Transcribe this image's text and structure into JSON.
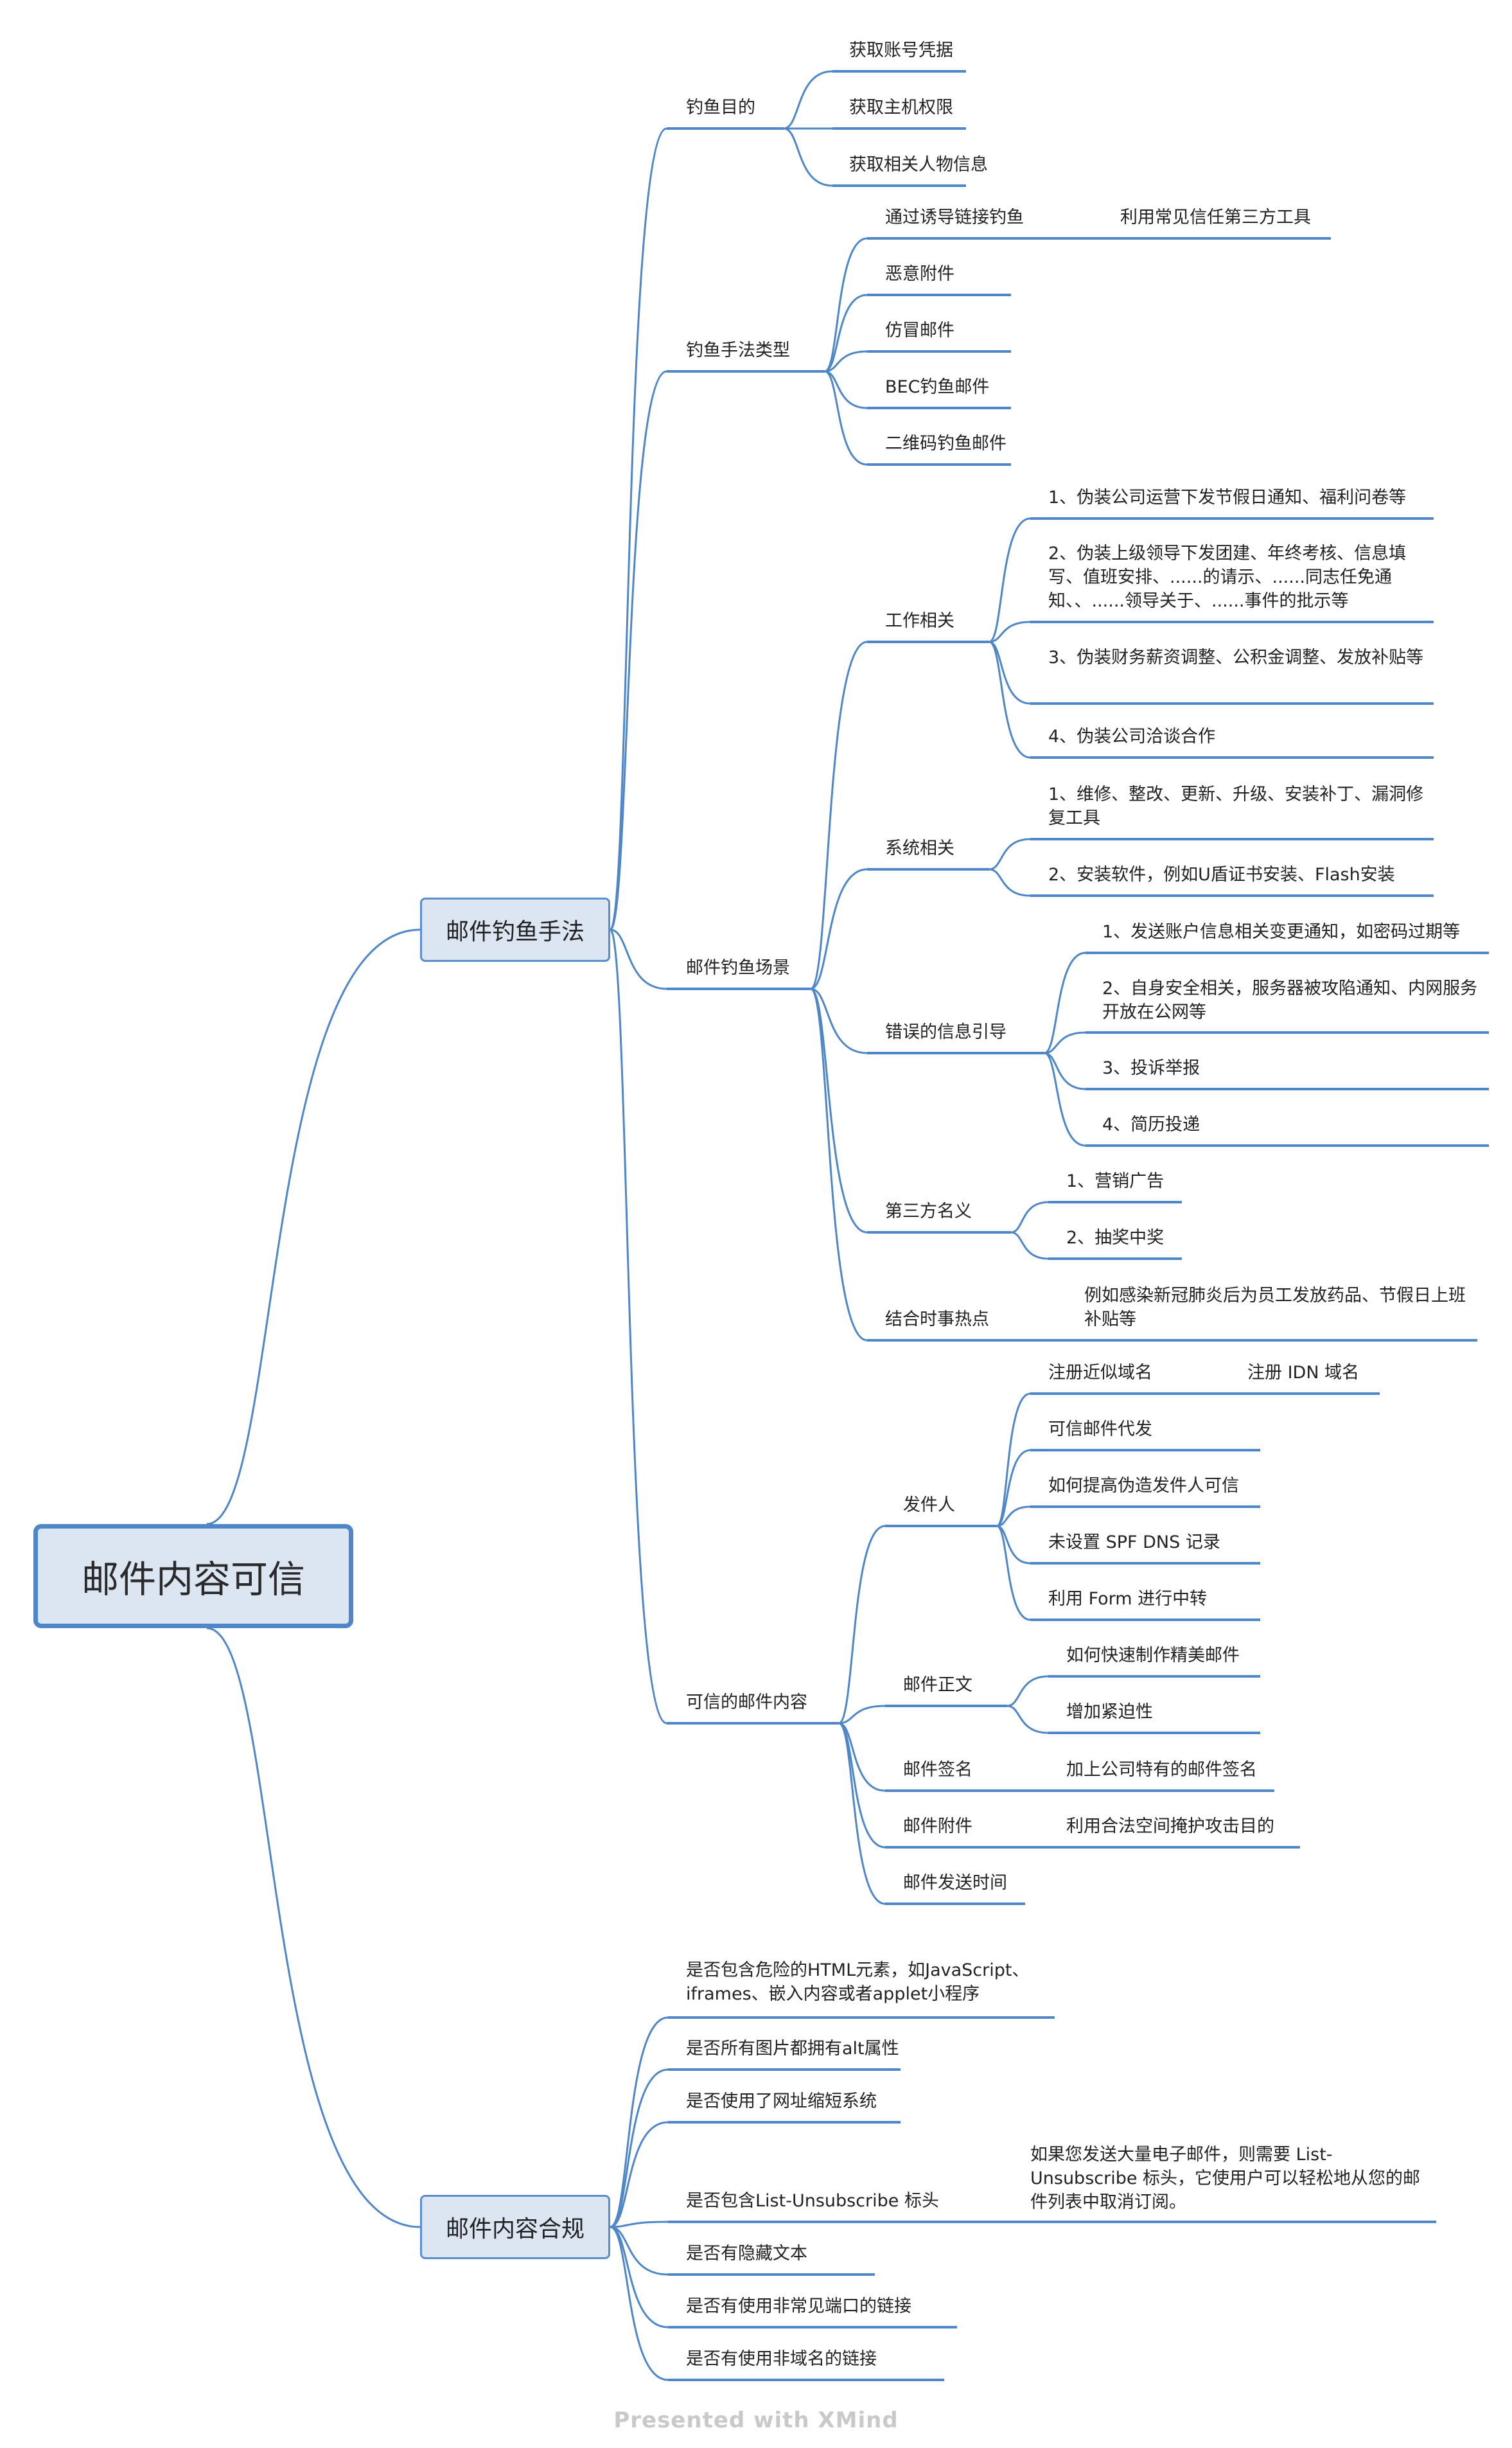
{
  "root": {
    "label": "邮件内容可信"
  },
  "footer": "Presented with XMind",
  "branch1": {
    "label": "邮件钓鱼手法",
    "purpose": {
      "label": "钓鱼目的",
      "items": [
        "获取账号凭据",
        "获取主机权限",
        "获取相关人物信息"
      ]
    },
    "techniques": {
      "label": "钓鱼手法类型",
      "lure": {
        "label": "通过诱导链接钓鱼",
        "child": "利用常见信任第三方工具"
      },
      "items": [
        "恶意附件",
        "仿冒邮件",
        "BEC钓鱼邮件",
        "二维码钓鱼邮件"
      ]
    },
    "scenes": {
      "label": "邮件钓鱼场景",
      "work": {
        "label": "工作相关",
        "items": [
          "1、伪装公司运营下发节假日通知、福利问卷等",
          "2、伪装上级领导下发团建、年终考核、信息填写、值班安排、......的请示、......同志任免通知、、......领导关于、......事件的批示等",
          "3、伪装财务薪资调整、公积金调整、发放补贴等",
          "4、伪装公司洽谈合作"
        ]
      },
      "system": {
        "label": "系统相关",
        "items": [
          "1、维修、整改、更新、升级、安装补丁、漏洞修复工具",
          "2、安装软件，例如U盾证书安装、Flash安装"
        ]
      },
      "misinfo": {
        "label": "错误的信息引导",
        "items": [
          "1、发送账户信息相关变更通知，如密码过期等",
          "2、自身安全相关，服务器被攻陷通知、内网服务开放在公网等",
          "3、投诉举报",
          "4、简历投递"
        ]
      },
      "third": {
        "label": "第三方名义",
        "items": [
          "1、营销广告",
          "2、抽奖中奖"
        ]
      },
      "hot": {
        "label": "结合时事热点",
        "items": [
          "例如感染新冠肺炎后为员工发放药品、节假日上班补贴等"
        ]
      }
    },
    "trusted": {
      "label": "可信的邮件内容",
      "sender": {
        "label": "发件人",
        "similar": {
          "label": "注册近似域名",
          "child": "注册 IDN 域名"
        },
        "items": [
          "可信邮件代发",
          "如何提高伪造发件人可信",
          "未设置 SPF DNS 记录",
          "利用 Form 进行中转"
        ]
      },
      "body": {
        "label": "邮件正文",
        "items": [
          "如何快速制作精美邮件",
          "增加紧迫性"
        ]
      },
      "signature": {
        "label": "邮件签名",
        "child": "加上公司特有的邮件签名"
      },
      "attachment": {
        "label": "邮件附件",
        "child": "利用合法空间掩护攻击目的"
      },
      "time": {
        "label": "邮件发送时间"
      }
    }
  },
  "branch2": {
    "label": "邮件内容合规",
    "items": [
      "是否包含危险的HTML元素，如JavaScript、iframes、嵌入内容或者applet小程序",
      "是否所有图片都拥有alt属性",
      "是否使用了网址缩短系统",
      "是否包含List-Unsubscribe 标头",
      "是否有隐藏文本",
      "是否有使用非常见端口的链接",
      "是否有使用非域名的链接"
    ],
    "unsubscribe_note": "如果您发送大量电子邮件，则需要 List-Unsubscribe 标头，它使用户可以轻松地从您的邮件列表中取消订阅。"
  },
  "colors": {
    "line": "#4f86c7",
    "root_fill": "#dce6f3",
    "root_border": "#4f86c7"
  }
}
